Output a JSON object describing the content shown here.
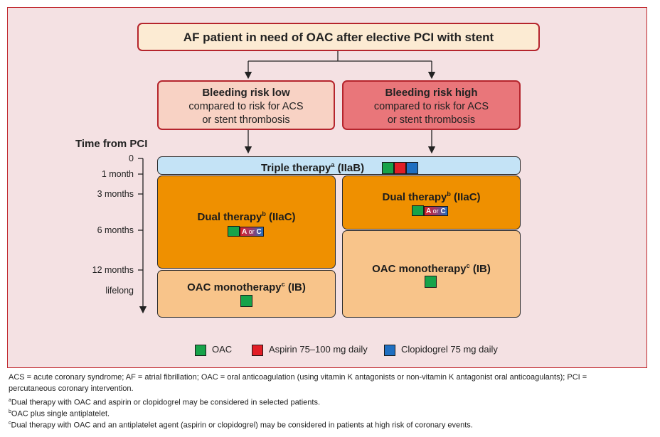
{
  "title": "AF patient in need of OAC after elective PCI with stent",
  "risk_low": {
    "heading": "Bleeding risk low",
    "line1": "compared to risk for ACS",
    "line2": "or stent thrombosis"
  },
  "risk_high": {
    "heading": "Bleeding risk high",
    "line1": "compared to risk for ACS",
    "line2": "or stent thrombosis"
  },
  "time_axis": {
    "title": "Time from PCI",
    "ticks": [
      "0",
      "1 month",
      "3 months",
      "6 months",
      "12 months",
      "lifelong"
    ]
  },
  "triple": {
    "label": "Triple therapy",
    "sup": "a",
    "class": "(IIaB)"
  },
  "dual_low": {
    "label": "Dual therapy",
    "sup": "b",
    "class": "(IIaC)"
  },
  "dual_high": {
    "label": "Dual therapy",
    "sup": "b",
    "class": "(IIaC)"
  },
  "mono_low": {
    "label": "OAC monotherapy",
    "sup": "c",
    "class": "(IB)"
  },
  "mono_high": {
    "label": "OAC monotherapy",
    "sup": "c",
    "class": "(IB)"
  },
  "aorc": {
    "a": "A",
    "or": "or",
    "c": "C"
  },
  "colors": {
    "oac": "#17a34a",
    "aspirin": "#e21e26",
    "clopidogrel": "#1f6fc1"
  },
  "legend": {
    "oac": "OAC",
    "aspirin": "Aspirin 75–100 mg daily",
    "clopidogrel": "Clopidogrel 75 mg daily"
  },
  "footnotes": {
    "abbrev1": "ACS = acute coronary syndrome; AF = atrial fibrillation; OAC = oral anticoagulation (using vitamin K antagonists or non-vitamin K antagonist oral anticoagulants); PCI =",
    "abbrev2": "percutaneous coronary intervention.",
    "a_mark": "a",
    "a": "Dual therapy with OAC and aspirin or clopidogrel may be considered in selected patients.",
    "b_mark": "b",
    "b": "OAC plus single antiplatelet.",
    "c_mark": "c",
    "c": "Dual therapy with OAC and an antiplatelet agent (aspirin or clopidogrel) may be considered in patients at high risk of coronary events."
  }
}
